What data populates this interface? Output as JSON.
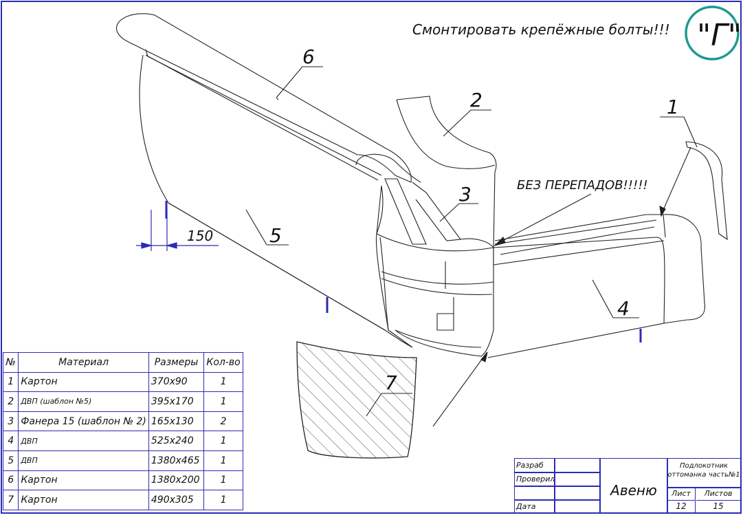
{
  "drawing": {
    "note_top": "Смонтировать крепёжные болты!!!",
    "stamp_letter": "\"Г\"",
    "note_middle": "БЕЗ ПЕРЕПАДОВ!!!!!",
    "dimension": "150",
    "callouts": [
      "1",
      "2",
      "3",
      "4",
      "5",
      "6",
      "7"
    ]
  },
  "parts_table": {
    "headers": [
      "№",
      "Материал",
      "Размеры",
      "Кол-во"
    ],
    "rows": [
      {
        "n": "1",
        "material": "Картон",
        "size": "370х90",
        "qty": "1"
      },
      {
        "n": "2",
        "material": "ДВП  (шаблон №5)",
        "size": "395х170",
        "qty": "1"
      },
      {
        "n": "3",
        "material": "Фанера 15 (шаблон № 2)",
        "size": "165х130",
        "qty": "2"
      },
      {
        "n": "4",
        "material": "ДВП",
        "size": "525х240",
        "qty": "1"
      },
      {
        "n": "5",
        "material": "ДВП",
        "size": "1380х465",
        "qty": "1"
      },
      {
        "n": "6",
        "material": "Картон",
        "size": "1380х200",
        "qty": "1"
      },
      {
        "n": "7",
        "material": "Картон",
        "size": "490х305",
        "qty": "1"
      }
    ]
  },
  "title_block": {
    "developed": "Разраб",
    "checked": "Проверил",
    "date": "Дата",
    "company": "Авеню",
    "title": "Подлокотник оттоманка часть№1",
    "sheet_label": "Лист",
    "sheets_label": "Листов",
    "sheet": "12",
    "sheets": "15"
  },
  "colors": {
    "frame": "#2b2bb5",
    "stamp_circle": "#1e9a8e",
    "hatch_dim": "#2b2bb5"
  }
}
